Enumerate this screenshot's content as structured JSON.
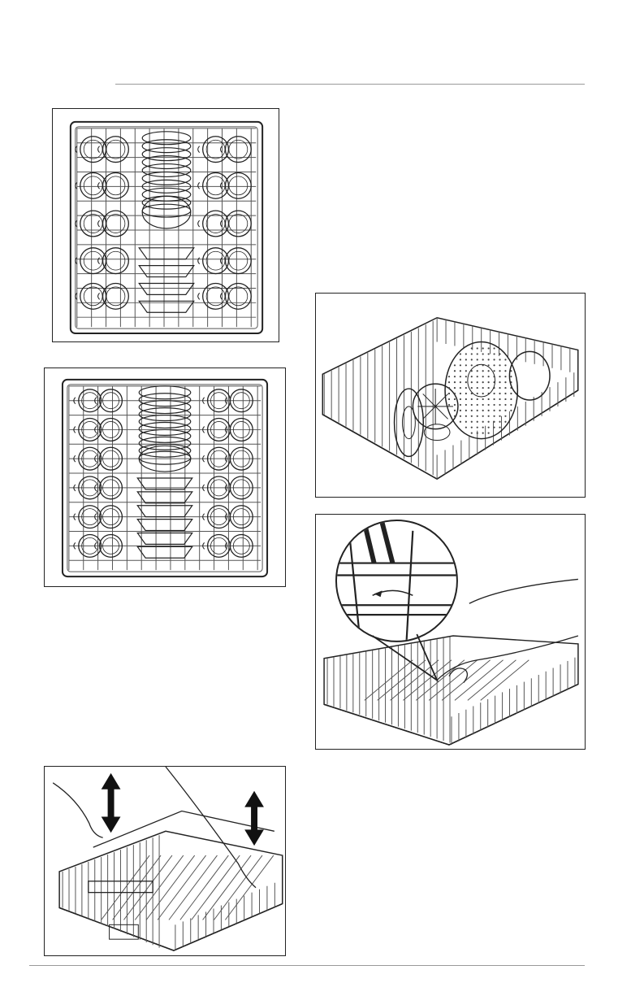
{
  "page": {
    "figures": [
      {
        "id": "fig1",
        "icon": "upper-rack-layout-10-cups-icon"
      },
      {
        "id": "fig2",
        "icon": "upper-rack-layout-12-cups-icon"
      },
      {
        "id": "fig3",
        "icon": "upper-rack-large-items-icon"
      },
      {
        "id": "fig4",
        "icon": "rack-wire-fold-down-detail-icon"
      },
      {
        "id": "fig5",
        "icon": "rack-height-adjustment-icon"
      }
    ]
  }
}
